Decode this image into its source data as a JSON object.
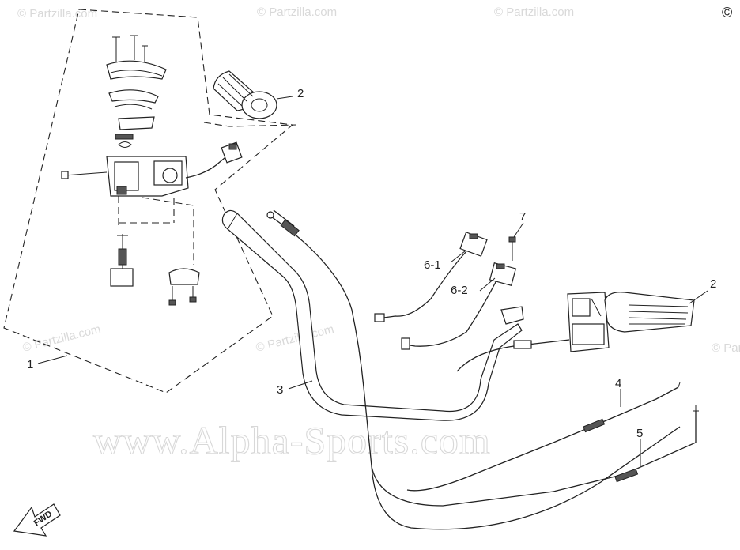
{
  "diagram": {
    "watermarks": {
      "partzilla": "© Partzilla.com",
      "copyright_symbol": "©",
      "site": "www.Alpha-Sports.com"
    },
    "callouts": {
      "c1": "1",
      "c2_grip_left": "2",
      "c2_grip_right": "2",
      "c3": "3",
      "c4": "4",
      "c5": "5",
      "c6_1": "6-1",
      "c6_2": "6-2",
      "c7": "7"
    },
    "direction_arrow": {
      "label": "FWD"
    }
  }
}
